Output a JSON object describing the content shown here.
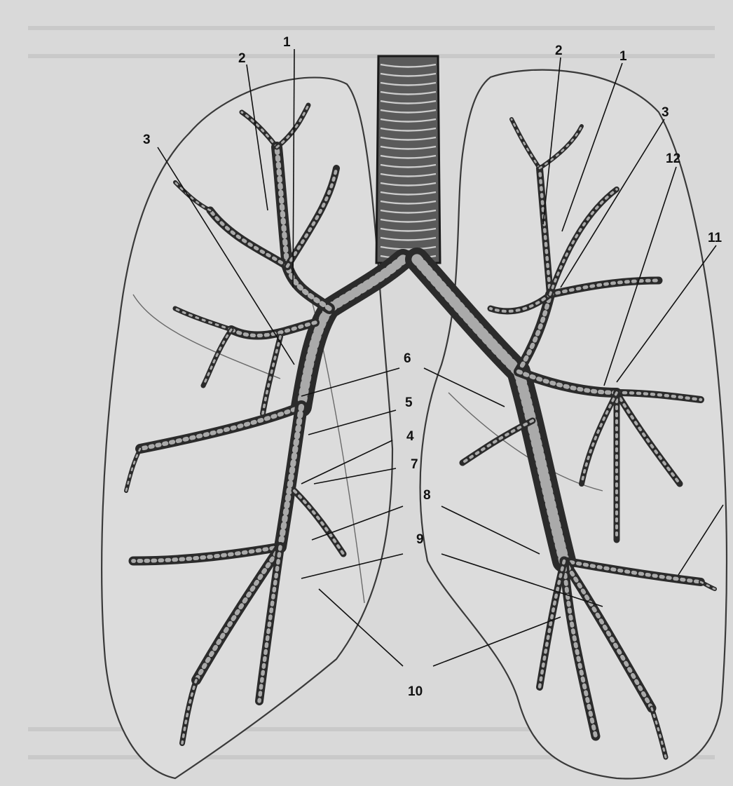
{
  "figure": {
    "labels": {
      "left_1": "1",
      "left_2": "2",
      "left_3": "3",
      "right_1": "1",
      "right_2": "2",
      "right_3": "3",
      "n4": "4",
      "n5": "5",
      "n6": "6",
      "n7": "7",
      "n8": "8",
      "n9": "9",
      "n10": "10",
      "n11": "11",
      "n12": "12"
    },
    "colors": {
      "background": "#d9d9d9",
      "lung_fill": "#dcdcdc",
      "bronchus": "#2b2b2b",
      "leader": "#111111"
    }
  }
}
